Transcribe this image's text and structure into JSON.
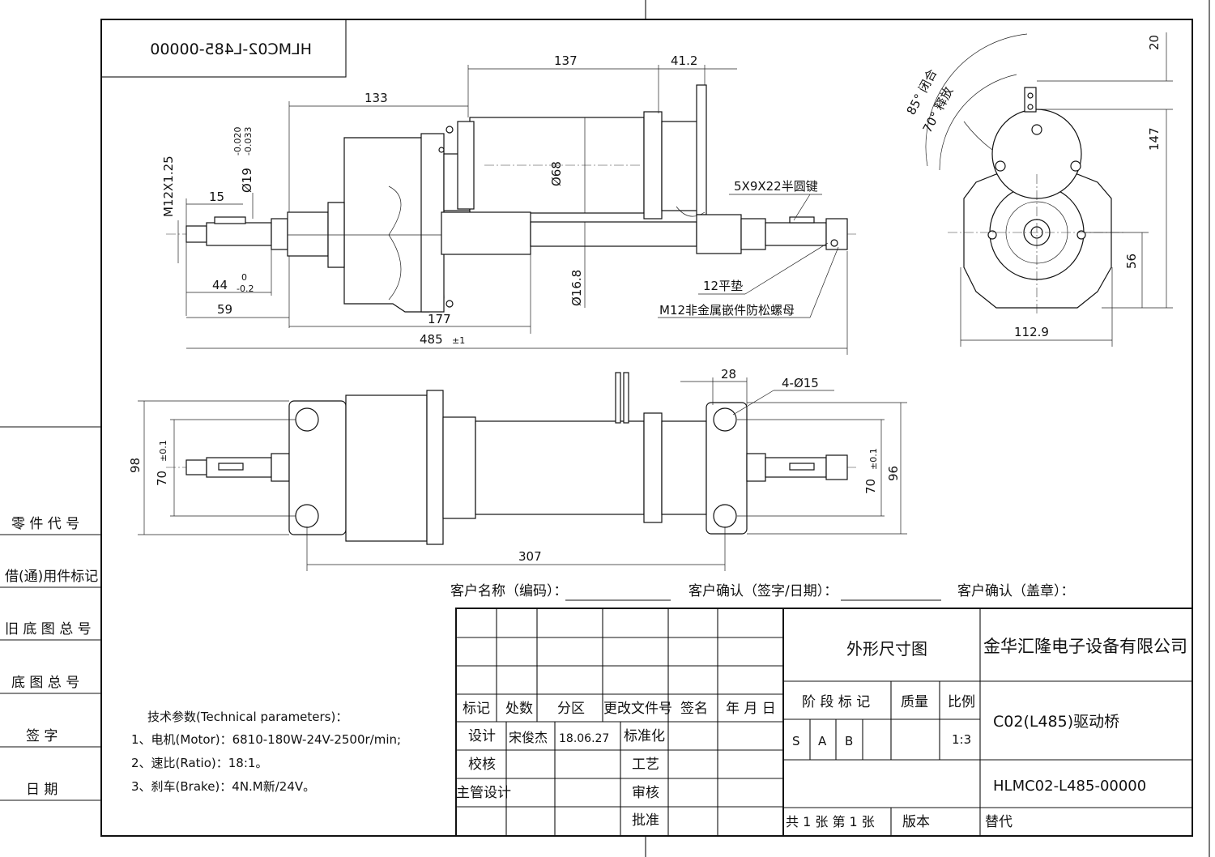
{
  "drawing_code_mirrored": "HLMC02-L485-00000",
  "dimensions": {
    "d137": "137",
    "d41_2": "41.2",
    "d133": "133",
    "d15": "15",
    "m12": "M12X1.25",
    "phi19": "Ø19",
    "tol19_hi": "-0.020",
    "tol19_lo": "-0.033",
    "phi68": "Ø68",
    "phi16_8": "Ø16.8",
    "key": "5X9X22半圆键",
    "washer": "12平垫",
    "nut": "M12非金属嵌件防松螺母",
    "d44": "44",
    "tol44_hi": "0",
    "tol44_lo": "-0.2",
    "d59": "59",
    "d177": "177",
    "d485": "485",
    "tol485": "±1",
    "d20": "20",
    "d147": "147",
    "d56": "56",
    "d112_9": "112.9",
    "angle85": "85° 闭合",
    "angle70": "70° 释放",
    "d28": "28",
    "holes": "4-Ø15",
    "d98": "98",
    "d70a": "70",
    "tol70a": "±0.1",
    "d96": "96",
    "d70b": "70",
    "tol70b": "±0.1",
    "d307": "307"
  },
  "customer": {
    "name_label": "客户名称（编码）：",
    "confirm_label": "客户确认（签字/日期）：",
    "seal_label": "客户确认（盖章）："
  },
  "left_column": [
    "零 件 代 号",
    "借(通)用件标记",
    "旧 底 图 总 号",
    "底 图 总 号",
    "签  字",
    "日  期"
  ],
  "tech": {
    "title": "技术参数(Technical parameters)：",
    "line1": "1、电机(Motor)：6810-180W-24V-2500r/min;",
    "line2": "2、速比(Ratio)：18:1。",
    "line3": "3、刹车(Brake)：4N.M新/24V。"
  },
  "title_block": {
    "h_mark": "标记",
    "h_count": "处数",
    "h_zone": "分区",
    "h_doc": "更改文件号",
    "h_sign": "签名",
    "h_date": "年 月 日",
    "design": "设计",
    "designer": "宋俊杰",
    "design_date": "18.06.27",
    "std": "标准化",
    "check": "校核",
    "process": "工艺",
    "chief": "主管设计",
    "review": "审核",
    "approve": "批准",
    "drawing_title": "外形尺寸图",
    "company": "金华汇隆电子设备有限公司",
    "stage_label": "阶 段 标 记",
    "mass_label": "质量",
    "scale_label": "比例",
    "stage_s": "S",
    "stage_a": "A",
    "stage_b": "B",
    "scale": "1:3",
    "product": "C02(L485)驱动桥",
    "drawing_no": "HLMC02-L485-00000",
    "sheets": "共 1 张  第 1 张",
    "version": "版本",
    "replace": "替代"
  }
}
